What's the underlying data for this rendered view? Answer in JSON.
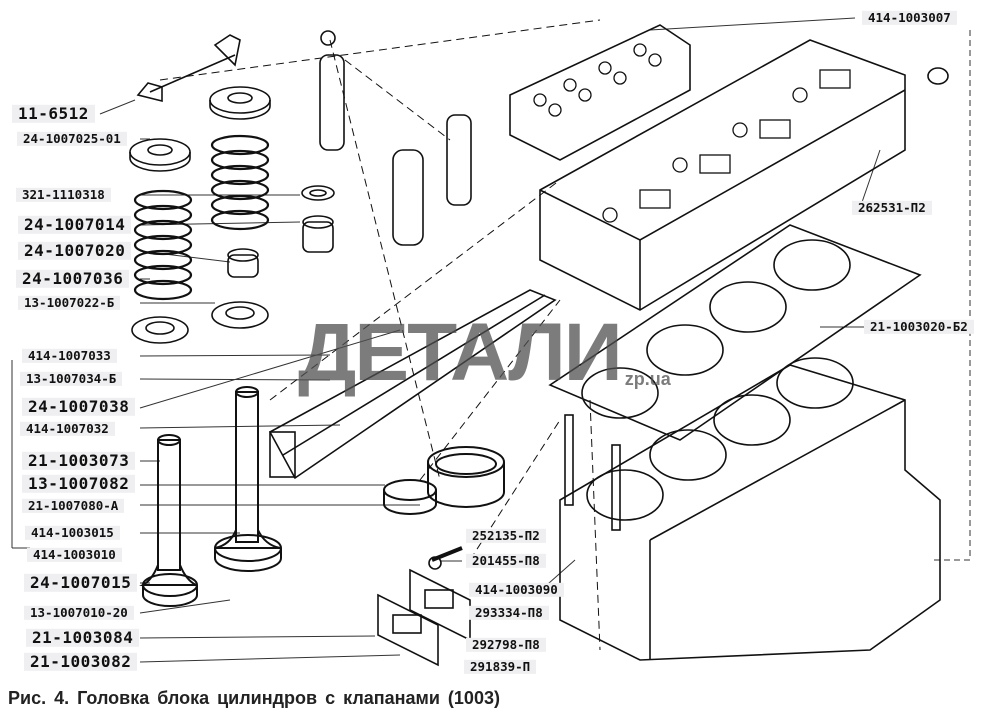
{
  "caption": "Рис. 4. Головка блока цилиндров с клапанами (1003)",
  "watermark": {
    "main": "ДЕТАЛИ",
    "suffix": "zp.ua"
  },
  "left_labels": [
    "11-6512",
    "24-1007025-01",
    "321-1110318",
    "24-1007014",
    "24-1007020",
    "24-1007036",
    "13-1007022-Б",
    "414-1007033",
    "13-1007034-Б",
    "24-1007038",
    "414-1007032",
    "21-1003073",
    "13-1007082",
    "21-1007080-А",
    "414-1003015",
    "414-1003010",
    "24-1007015",
    "13-1007010-20",
    "21-1003084",
    "21-1003082"
  ],
  "right_labels": [
    "414-1003007",
    "262531-П2",
    "21-1003020-Б2"
  ],
  "center_labels": [
    "252135-П2",
    "201455-П8",
    "414-1003090",
    "293334-П8",
    "292798-П8",
    "291839-П"
  ]
}
